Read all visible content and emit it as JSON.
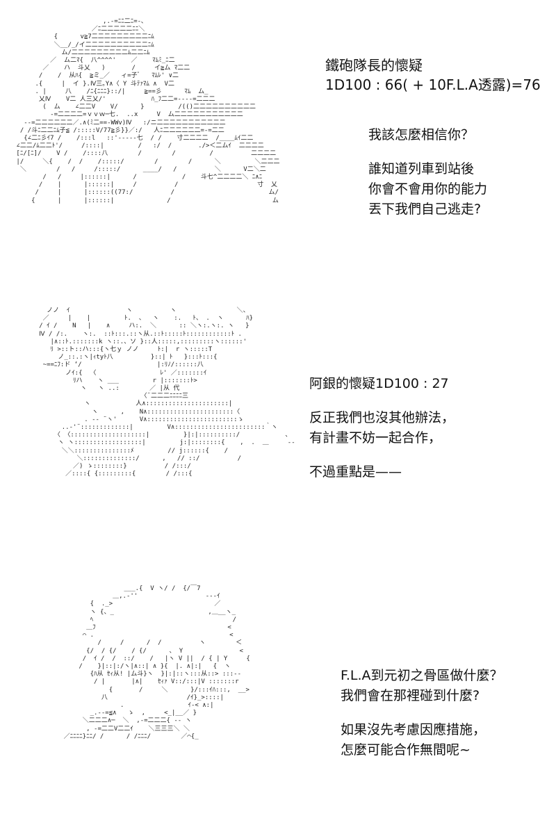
{
  "panels": [
    {
      "id": "panel-1",
      "roll_title": "鐵砲隊長的懷疑",
      "roll_result": "1D100 : 66( + 10F.L.A透露)=76",
      "dialogue": [
        "我該怎麼相信你？",
        "",
        "誰知道列車到站後",
        "你會不會用你的能力",
        "丟下我們自己逃走?"
      ]
    },
    {
      "id": "panel-2",
      "roll_title": "阿銀的懷疑1D100 :  27",
      "dialogue": [
        "反正我們也沒其他辦法，",
        "有計畫不妨一起合作，",
        "",
        "不過重點是——"
      ]
    },
    {
      "id": "panel-3",
      "dialogue": [
        "F.L.A到元初之骨區做什麼？",
        "我們會在那裡碰到什麼?",
        "",
        "如果沒先考慮因應措施，",
        "怎麼可能合作無間呢~"
      ]
    }
  ],
  "art": {
    "panel_1": "                        ,.-=ﾆﾆ二ﾆ=-､\n                     ／ﾆ二二二二二ﾆﾆ＼\n           {      v≧7二二二二二二二二二ﾆﾑ\n           ＼__/_/イ二二二二二二二二二二ﾆﾑ\n             ム/二二二二二二二二二ﾑ二二ﾆﾑ\n          ／  ム二ﾏ{  八^^^^'    ／    ﾏﾑﾐ_ﾆ二\n        ／    ハ  斗乂   )       /     イ≧ム ﾏ二二\n       /    /  从ﾊ{  ≧ミ_／   ィ=子ﾞ   ﾏﾑﾚ' ∨二\n      .{     |  イ }.Ⅳ三｡Y∧〈 Y 斗ﾃｧﾏﾑ ∧  V二\n      . |     八    /ﾆ{ﾆﾆﾆ}::/|     ≧==彡      ﾏﾑ  ム_\n       乂Ⅳ    V二 人三乂/'            ﾊ_ﾌ二二=-‐‐-=二二二\n        (  ム    ∠二二V    V/      }         /(()二二二二二二二二二二\n          -=二二二二=ｖｖｗ─七.  ..x     V  ム二二二二二二二二二二二\n   ‐-=二二二二二二／.∧(ﾐ二==-WWv)Ⅳ   :/ニ二二二二二二二二二二二\n  / /斗ﾆ二二ﾆﾑ子≦ /:::::V/77≧彡}}／:/   人ﾆ二二二二二二=-=二二\n   {∠二ﾆ彡ｲ7 /    /:::l   ::'-----七  / /    寸二二二二  /____ﾑｲ二二\n ∠二二/ﾑ二二ﾄ'/     /::::|         /   :/  /       ./>＜二ムｲ  二二二二\n [ﾆ/[ﾆ]/    V /    /::::八        /        /         /          二二二二\n |/     ＼{    /  /    /:::::/        /        /      ＼         ＼二二二\n  ＼        /   /     /:::::/      ____/   /          ＼      V二＼二\n        /   /     |::::::|      /            /    斗七^二二二二＼ ﾆ∧ﾆ\n       /    |      |::::::|     /          /                     寸  乂\n      /     |      |::::::((77:/          /                         ム/\n     {      |      |::::::|              /                           ム",
    "panel_2": "     ノノ  ｲ               ヽ          ヽ                ＼、\n    ／     |    |         ﾄ.  、  ヽ    :.   ﾄ、 .  ヽ      ﾊ}\n   / ｲ /    N   |    ∧     ハ:.  ＼      :: ＼ヽ:.ヽ:. ヽ   }\n   Ⅳ / /:.    ヽ:.  ::ﾄ:::.::ヽ从.::ﾄ:::::ﾄ::::::::::::ﾄ .\n      |∧::ﾄ.:::::::k ヽ::.、ソ }::人:::::,:::::::::ヽ::::::'\n      ﾘ >::ト::ハ:::{ヽ七ｙ ノノ     ﾄ:|  r ヽ:::::T\n        ノ_::.:ヽ|ｨtyﾄ八          }::| ﾄ   }:::ﾄ:::{\n    ~==ﾆﾌ:ド ‘/                    |:ﾘﾉ/::::::八\n          ノｲ:{  〈                 ﾚ' ／:::::::ｲ\n            ﾘハ    ヽ ___         r |:::::::ﾄ>\n              ヽ   ヽ ..:        ／ |从 代\n                              〈¨二二二ﾆﾆﾆﾆ三\n               ヽ            人∧::::::::::::::::::::::|\n                 ヽ      ,    N∧:::::::::::::::::::::::〈\n               . -‐ ¨ヽ'      V∧::::::::::::::::::::::::ゝ\n         ..-'¨:::::::::::::|         V∧::::::::::::::::::::::::｀ヽ\n       〈 〈::::::::::::::::::::|         }|:|::::::::::/            、\n        ヽ ヽ::::::::::::::::::|         j:|::::::::{    ,  .  ＿     ‐-\n         ＼＼:::::::::::::::ﾒ         // j::::::{    /\n             ＼::::::::::::::/      ,   // ::/          /\n            ／) ゝ::::::::}          / /:::/\n          ／::::{ {:::::::::{        / /:::{",
    "panel_3": "                    ___.{  V ヽ/ /  {/￣7\n                 ＿,.-''                  ---ｲ\n           {  ._>                           ／\n           ヽ {、_                         ,＿__ヽ_\n           ﾍ                                     /\n          ＿ﾌ                                   <\n         ⌒ .                                    <\n             /     /      /  /          ヽ        ＜\n          {/  / {/    / {/      、 Y               <\n         /  ｲ /  /  ::/    /   |ヽ V ||  / { | Y     {\n        /    }|::|:/ヽ|∧::| ∧ }{  |. ∧|:|   {  ヽ\n           {ﾊ从 ｾｨ从! |ム斗}ヽ  }|:|::ヽ:::从::> :::--\n            / |       |∧|    ｾｨｧ V::/:::|V :::::::r\n                {       /     ＼      }/:::ｲﾊ:::,  __>\n              八                     /ｲ}_>::::|\n                   .                 ｲ-< ∧:|\n           _.--=≦∧   ゝ  ,     <_|__／ }\n         ＼二二二∧─  ＼  ,-=二二二{ -- ヽ\n          , -=二二V二二ｲ    ＼三三三＼ ＼\n    ／ﾆﾆﾆﾆ}ﾆﾆ/ /      / /ﾆﾆﾆ/        ／⌒{_"
  },
  "colors": {
    "background": "#ffffff",
    "text": "#111111"
  }
}
